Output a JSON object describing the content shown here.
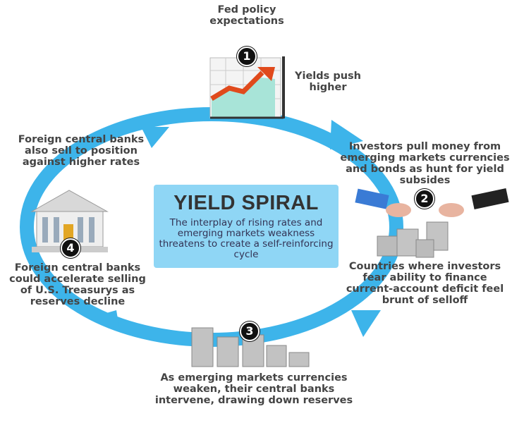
{
  "center": {
    "title": "YIELD SPIRAL",
    "subtitle": "The interplay of rising rates and emerging markets weakness threatens to create a self-reinforcing cycle"
  },
  "steps": [
    {
      "number": "1",
      "top_label": "Fed policy expectations",
      "side_label": "Yields push higher",
      "icon": "rising-chart-icon"
    },
    {
      "number": "2",
      "top_label": "Investors pull money from emerging markets currencies and bonds as hunt for yield subsides",
      "bottom_label": "Countries where investors fear ability to finance current-account deficit feel brunt of selloff",
      "icon": "hands-coins-icon"
    },
    {
      "number": "3",
      "bottom_label": "As emerging markets currencies weaken, their central banks intervene, drawing down reserves",
      "icon": "coin-stacks-icon"
    },
    {
      "number": "4",
      "top_label": "Foreign central banks also sell to position against higher rates",
      "bottom_label": "Foreign central banks could accelerate selling of U.S. Treasurys as reserves decline",
      "icon": "bank-building-icon"
    }
  ],
  "colors": {
    "ring": "#3db4ea",
    "center_box": "#8fd6f5",
    "text": "#444444"
  }
}
